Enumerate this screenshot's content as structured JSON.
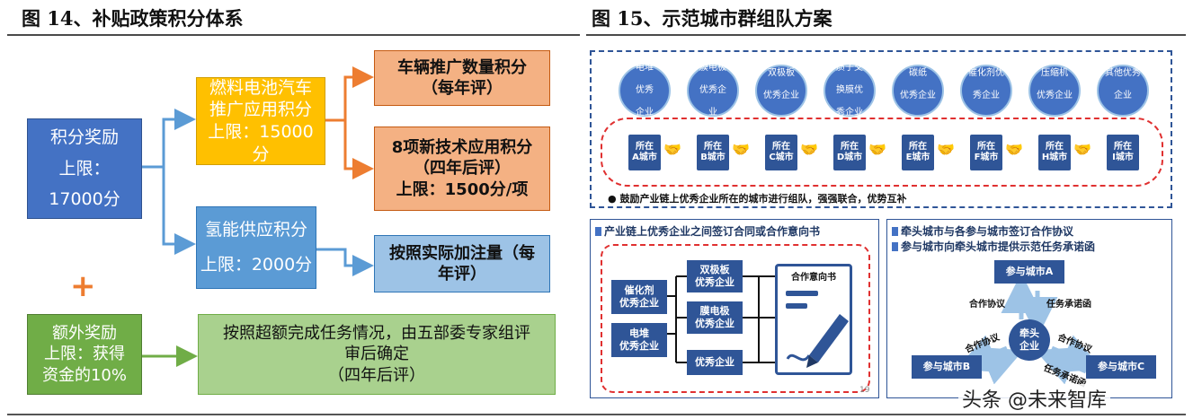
{
  "left_figure": {
    "title": "图 14、补贴政策积分体系",
    "reward": {
      "line1": "积分奖励",
      "line2": "上限：",
      "line3": "17000分"
    },
    "fuel_cell": {
      "line1": "燃料电池汽车",
      "line2": "推广应用积分",
      "line3": "上限：15000",
      "line4": "分"
    },
    "vehicle_points": {
      "line1": "车辆推广数量积分",
      "line2": "（每年评）"
    },
    "tech_points": {
      "line1": "8项新技术应用积分",
      "line2": "（四年后评）",
      "line3": "上限：1500分/项"
    },
    "hydrogen": {
      "line1": "氢能供应积分",
      "line2": "上限：2000分"
    },
    "hydrogen_eval": {
      "line1": "按照实际加注量（每",
      "line2": "年评）"
    },
    "plus_sign": "+",
    "extra": {
      "line1": "额外奖励",
      "line2": "上限：获得",
      "line3": "资金的10%"
    },
    "extra_eval": {
      "line1": "按照超额完成任务情况，由五部委专家组评",
      "line2": "审后确定",
      "line3": "（四年后评）"
    }
  },
  "right_figure": {
    "title": "图 15、示范城市群组队方案",
    "enterprises": [
      {
        "l1": "电堆",
        "l2": "优秀",
        "l3": "企业"
      },
      {
        "l1": "膜电极",
        "l2": "优秀企",
        "l3": "业"
      },
      {
        "l1": "双极板",
        "l2": "优秀企业",
        "l3": ""
      },
      {
        "l1": "质子交",
        "l2": "换膜优",
        "l3": "秀企业"
      },
      {
        "l1": "碳纸",
        "l2": "优秀企业",
        "l3": ""
      },
      {
        "l1": "催化剂优",
        "l2": "秀企业",
        "l3": ""
      },
      {
        "l1": "压缩机",
        "l2": "优秀企业",
        "l3": ""
      },
      {
        "l1": "其他优秀",
        "l2": "企业",
        "l3": ""
      }
    ],
    "cities": [
      {
        "l1": "所在",
        "l2": "A城市"
      },
      {
        "l1": "所在",
        "l2": "B城市"
      },
      {
        "l1": "所在",
        "l2": "C城市"
      },
      {
        "l1": "所在",
        "l2": "D城市"
      },
      {
        "l1": "所在",
        "l2": "E城市"
      },
      {
        "l1": "所在",
        "l2": "F城市"
      },
      {
        "l1": "所在",
        "l2": "H城市"
      },
      {
        "l1": "所在",
        "l2": "I城市"
      }
    ],
    "handshake_glyph": "🤝",
    "bullet_glyph": "●",
    "bullet_text": "鼓励产业链上优秀企业所在的城市进行组队，强强联合，优势互补",
    "contract_panel": {
      "title": "产业链上优秀企业之间签订合同或合作意向书",
      "catalyst": {
        "l1": "催化剂",
        "l2": "优秀企业"
      },
      "stack": {
        "l1": "电堆",
        "l2": "优秀企业"
      },
      "bipolar": {
        "l1": "双极板",
        "l2": "优秀企业"
      },
      "mea": {
        "l1": "膜电极",
        "l2": "优秀企业"
      },
      "excellent": "优秀企业",
      "doc_title": "合作意向书",
      "page_number": "19"
    },
    "city_panel": {
      "title1": "牵头城市与各参与城市签订合作协议",
      "title2": "参与城市向牵头城市提供示范任务承诺函",
      "city_a": "参与城市A",
      "city_b": "参与城市B",
      "city_c": "参与城市C",
      "lead": {
        "l1": "牵头",
        "l2": "企业"
      },
      "agreement": "合作协议",
      "commitment": "任务承诺函",
      "agreement_left": "合作协议",
      "agreement_right": "合作协议",
      "commitment_right": "任务承诺函"
    },
    "watermark": "头条 @未来智库"
  }
}
